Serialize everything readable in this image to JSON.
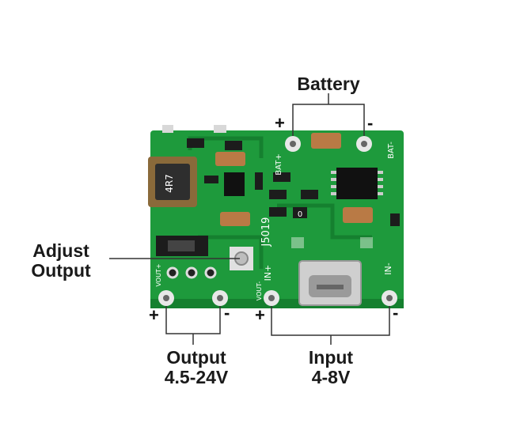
{
  "labels": {
    "battery": "Battery",
    "adjust_line1": "Adjust",
    "adjust_line2": "Output",
    "output_line1": "Output",
    "output_line2": "4.5-24V",
    "input_line1": "Input",
    "input_line2": "4-8V",
    "plus": "+",
    "minus": "-"
  },
  "silkscreen": {
    "bat_plus": "BAT+",
    "bat_minus": "BAT-",
    "in_plus": "IN+",
    "in_minus": "IN-",
    "vout_plus": "VOUT+",
    "vout_minus": "VOUT-",
    "model": "J5019",
    "inductor": "4R7",
    "cap": "0"
  },
  "colors": {
    "pcb": "#1e9a3c",
    "pcb_dark": "#15802f",
    "pad": "#e8e8e8",
    "component": "#1c1c1c",
    "capacitor": "#b97a45",
    "line": "#333333"
  }
}
